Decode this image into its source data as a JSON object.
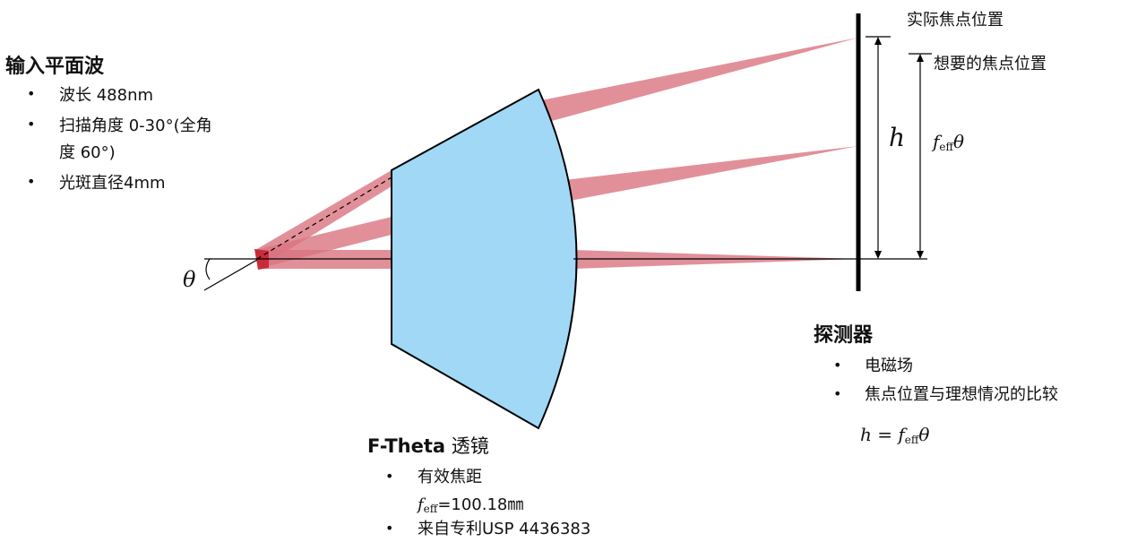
{
  "input": {
    "title": "输入平面波",
    "items": [
      "波长 488nm",
      "扫描角度 0-30°(全角",
      "度 60°)",
      "光斑直径4mm"
    ]
  },
  "lens": {
    "title_bold": "F-Theta",
    "title_rest": "透镜",
    "items": [
      "有效焦距",
      "来自专利USP 4436383"
    ],
    "focal_symbol": "f",
    "focal_sub": "eff",
    "focal_value": "=100.18㎜"
  },
  "detector": {
    "title": "探测器",
    "items": [
      "电磁场",
      "焦点位置与理想情况的比较"
    ],
    "formula_lhs": "h =",
    "formula_rhs": "f",
    "formula_sub": "eff",
    "formula_theta": "θ"
  },
  "labels": {
    "actual_focus": "实际焦点位置",
    "desired_focus": "想要的焦点位置",
    "h": "h",
    "theta": "θ",
    "feff_f": "f",
    "feff_sub": "eff",
    "feff_theta": "θ"
  },
  "colors": {
    "beam": "#d9747f",
    "beam_origin": "#c92b38",
    "lens_fill": "#a0d8f6",
    "line": "#000000"
  }
}
